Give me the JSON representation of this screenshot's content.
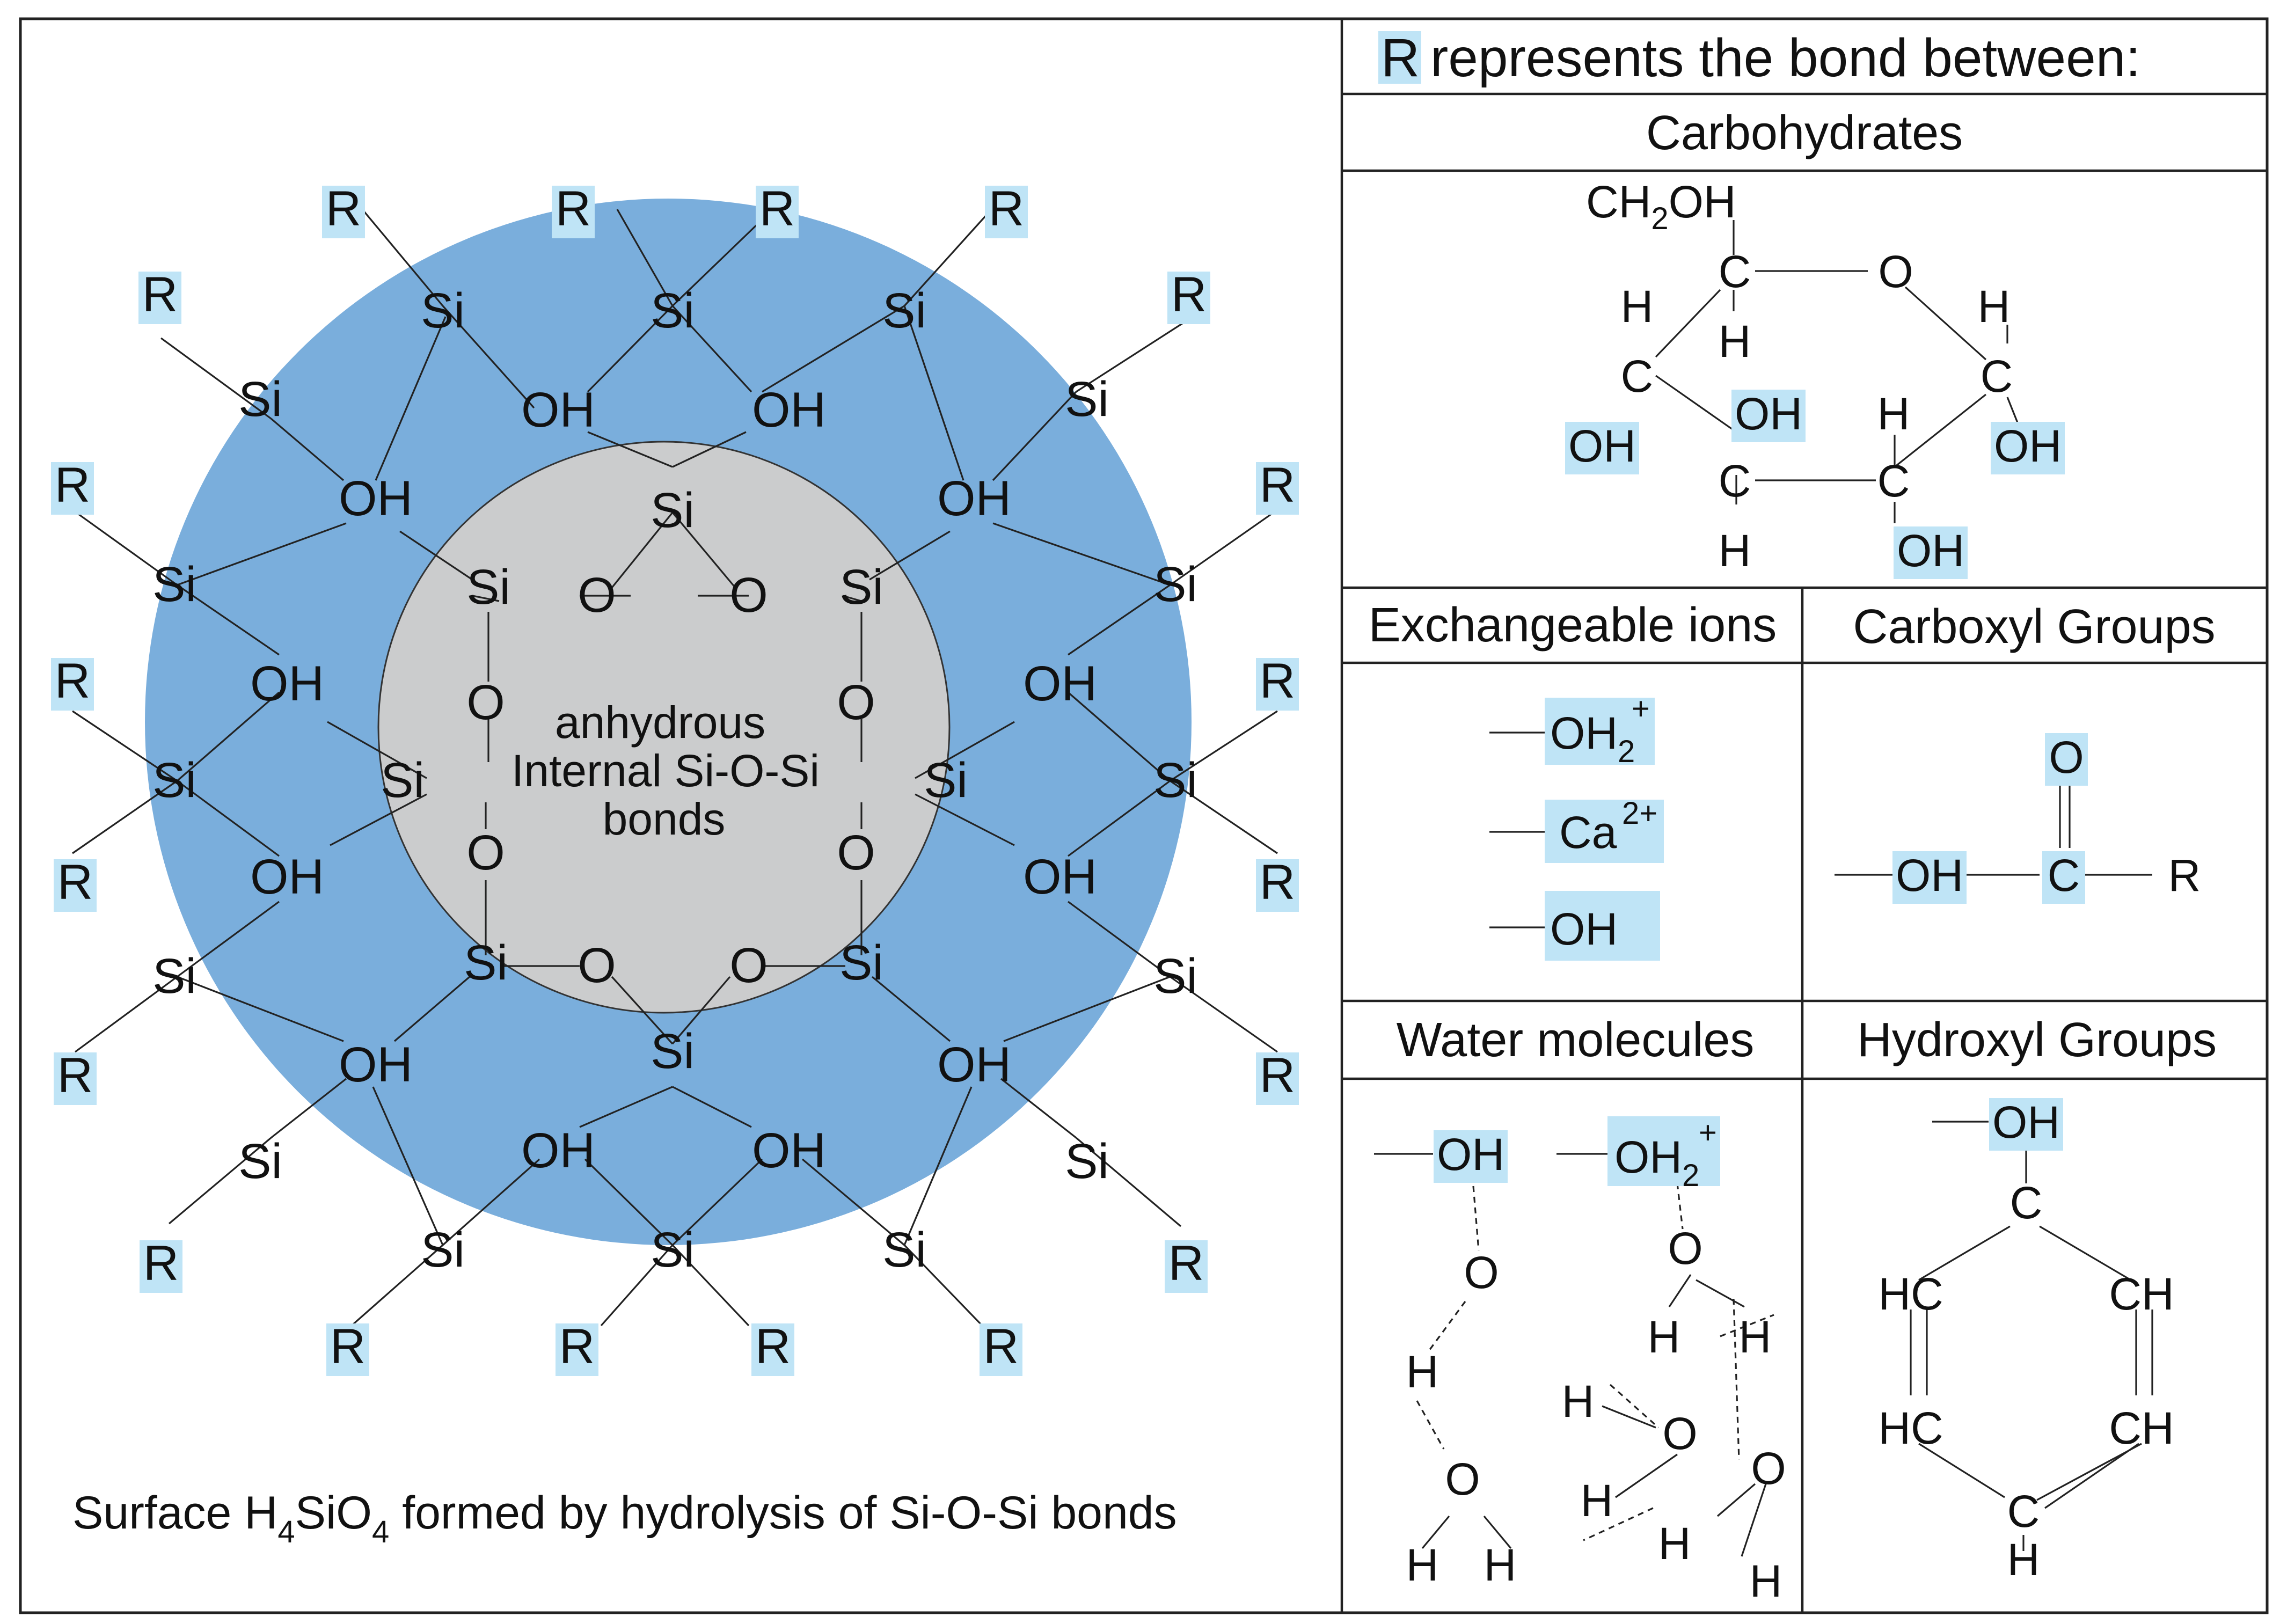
{
  "colors": {
    "shell": "#7aaedc",
    "core": "#cbcccd",
    "highlight": "#bfe4f6",
    "line": "#222222"
  },
  "left_panel": {
    "core_label": [
      "anhydrous",
      "Internal Si-O-Si",
      "bonds"
    ],
    "caption": {
      "pre": "Surface H",
      "sub1": "4",
      "mid": "SiO",
      "sub2": "4",
      "post": " formed by hydrolysis of Si-O-Si bonds"
    },
    "si": "Si",
    "oh": "OH",
    "o": "O",
    "r": "R"
  },
  "right_panel": {
    "legend": {
      "symbol": "R",
      "text": "represents the bond between:"
    },
    "carbohydrates": {
      "header": "Carbohydrates",
      "ch2oh": {
        "pre": "CH",
        "sub": "2",
        "post": "OH"
      },
      "c": "C",
      "o": "O",
      "h": "H",
      "oh": "OH"
    },
    "exchangeable_ions": {
      "header": "Exchangeable ions",
      "oh2": {
        "base": "OH",
        "sub": "2",
        "sup": "+"
      },
      "ca": {
        "base": "Ca",
        "sup": "2+"
      },
      "oh": "OH"
    },
    "carboxyl_groups": {
      "header": "Carboxyl Groups",
      "o": "O",
      "oh": "OH",
      "c": "C",
      "r": "R"
    },
    "water_molecules": {
      "header": "Water molecules",
      "oh": "OH",
      "oh2": {
        "base": "OH",
        "sub": "2",
        "sup": "+"
      },
      "o": "O",
      "h": "H"
    },
    "hydroxyl_groups": {
      "header": "Hydroxyl Groups",
      "oh": "OH",
      "c": "C",
      "hc": "HC",
      "ch": "CH",
      "h": "H"
    }
  }
}
